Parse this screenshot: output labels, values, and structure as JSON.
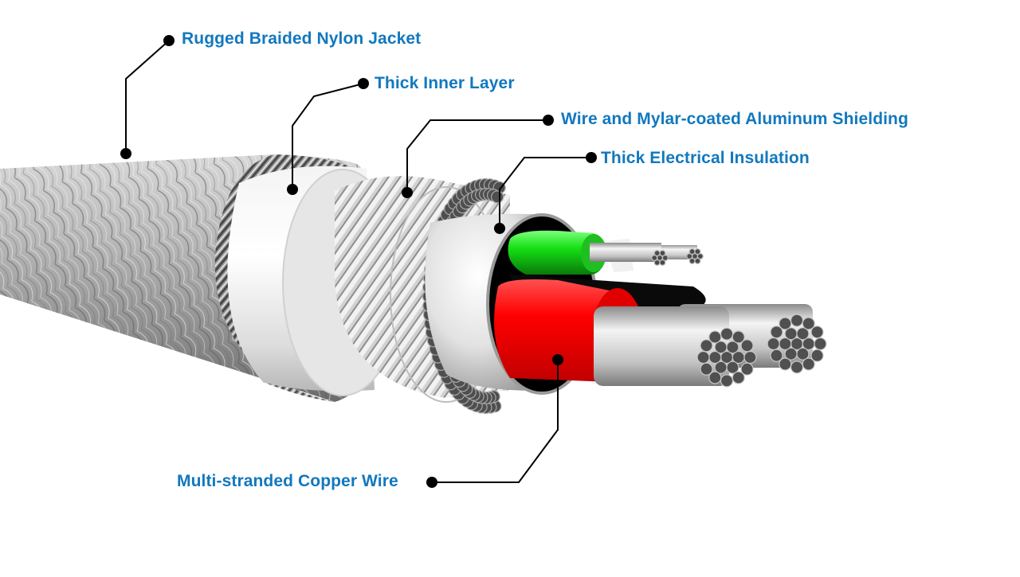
{
  "diagram": {
    "title": "Cable cross-section layers",
    "subject": "cable-cutaway",
    "colors": {
      "label_text": "#1278be",
      "leader_line": "#000000",
      "jacket": "#a8a8a8",
      "inner_layer": "#ececec",
      "shield_strand": "#c8c8c8",
      "shield_end": "#555555",
      "insulation": "#e6e6e6",
      "wire_green": "#19d119",
      "wire_red": "#ff0a0a",
      "wire_black": "#0a0a0a",
      "copper_strand": "#b8b8b8",
      "background": "#ffffff"
    },
    "callouts": [
      {
        "id": "jacket",
        "label": "Rugged Braided Nylon Jacket",
        "label_side": "right"
      },
      {
        "id": "inner-layer",
        "label": "Thick Inner Layer",
        "label_side": "right"
      },
      {
        "id": "shielding",
        "label": "Wire and Mylar-coated Aluminum Shielding",
        "label_side": "right"
      },
      {
        "id": "insulation",
        "label": "Thick Electrical Insulation",
        "label_side": "right"
      },
      {
        "id": "copper-wire",
        "label": "Multi-stranded Copper Wire",
        "label_side": "left"
      }
    ],
    "conductors": [
      {
        "name": "green-wire",
        "color": "green"
      },
      {
        "name": "red-wire",
        "color": "red"
      },
      {
        "name": "black-wire",
        "color": "black"
      },
      {
        "name": "small-white-wire",
        "color": "white"
      }
    ]
  }
}
